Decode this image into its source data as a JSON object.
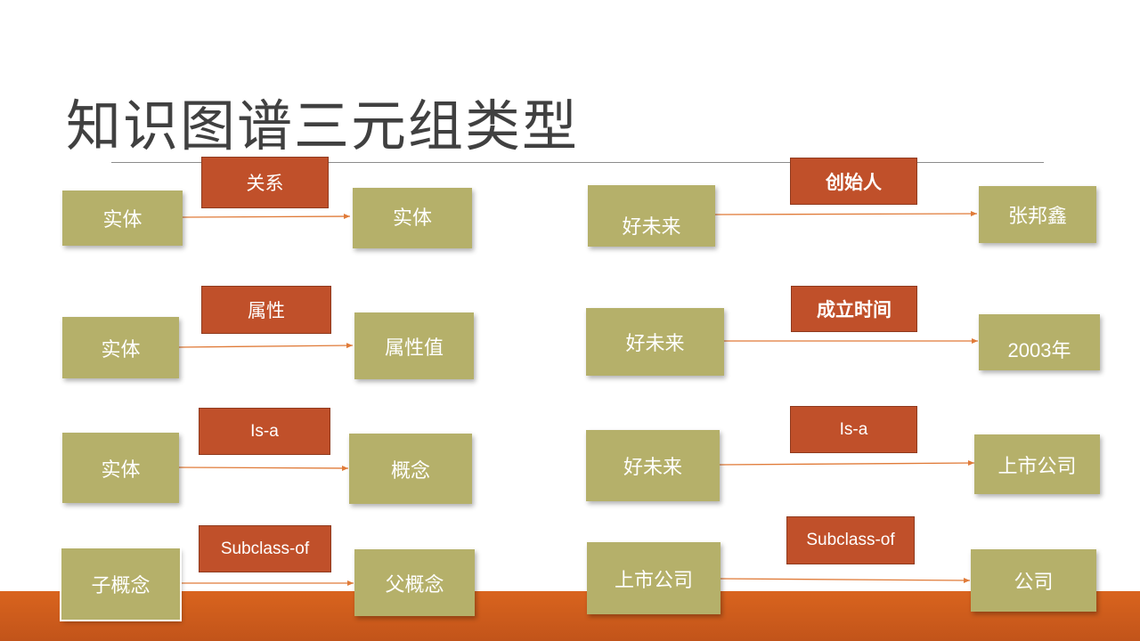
{
  "slide": {
    "title": "知识图谱三元组类型"
  },
  "left_triples": [
    {
      "subject": "实体",
      "relation": "关系",
      "object": "实体"
    },
    {
      "subject": "实体",
      "relation": "属性",
      "object": "属性值"
    },
    {
      "subject": "实体",
      "relation": "Is-a",
      "object": "概念"
    },
    {
      "subject": "子概念",
      "relation": "Subclass-of",
      "object": "父概念"
    }
  ],
  "right_triples": [
    {
      "subject": "好未来",
      "relation": "创始人",
      "object": "张邦鑫"
    },
    {
      "subject": "好未来",
      "relation": "成立时间",
      "object": "2003年"
    },
    {
      "subject": "好未来",
      "relation": "Is-a",
      "object": "上市公司"
    },
    {
      "subject": "上市公司",
      "relation": "Subclass-of",
      "object": "公司"
    }
  ],
  "colors": {
    "node_fill": "#b5b06a",
    "relation_fill": "#c0502a",
    "arrow": "#e07b39",
    "bottom_band": "#c9581c"
  }
}
